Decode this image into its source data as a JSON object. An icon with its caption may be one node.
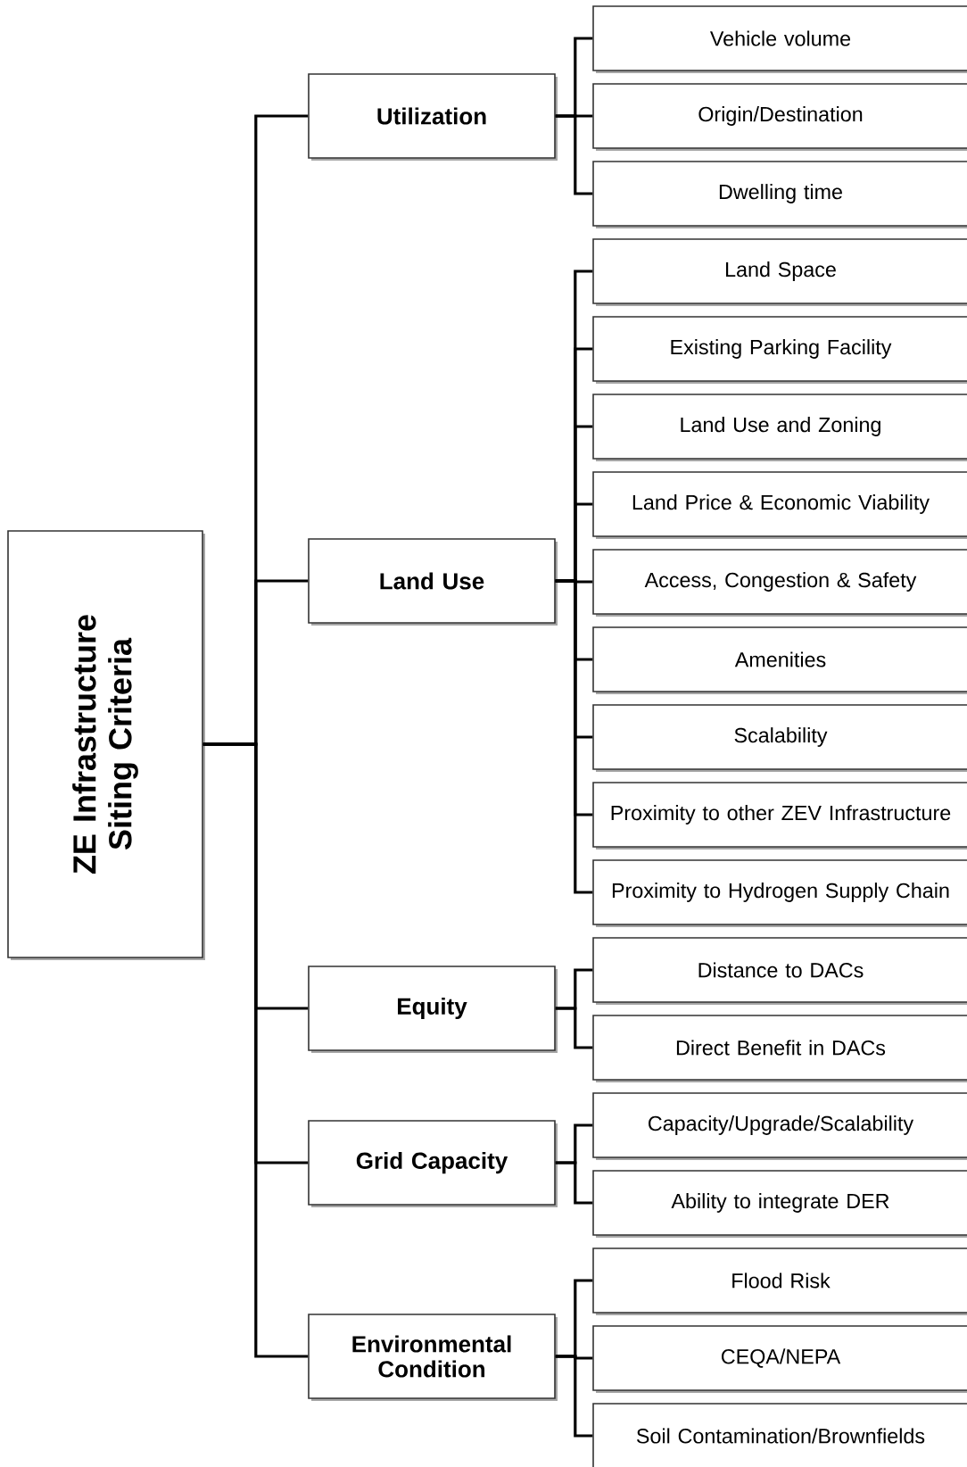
{
  "diagram": {
    "nodes": [
      {
        "text": [
          "ZE Infrastructure Siting Criteria"
        ]
      },
      {
        "text": [
          "Utilization"
        ]
      },
      {
        "text": [
          "Vehicle volume"
        ]
      },
      {
        "text": [
          "Origin/Destination"
        ]
      },
      {
        "text": [
          "Dwelling time"
        ]
      },
      {
        "text": [
          "Land Use"
        ]
      },
      {
        "text": [
          "Land Space"
        ]
      },
      {
        "text": [
          "Existing Parking Facility"
        ]
      },
      {
        "text": [
          "Land Use and Zoning"
        ]
      },
      {
        "text": [
          "Land Price & Economic Viability"
        ]
      },
      {
        "text": [
          "Access, Congestion & Safety"
        ]
      },
      {
        "text": [
          "Amenities"
        ]
      },
      {
        "text": [
          "Scalability"
        ]
      },
      {
        "text": [
          "Proximity to other ZEV Infrastructure"
        ]
      },
      {
        "text": [
          "Proximity to Hydrogen Supply Chain"
        ]
      },
      {
        "text": [
          "Equity"
        ]
      },
      {
        "text": [
          "Distance to DACs"
        ]
      },
      {
        "text": [
          "Direct Benefit in DACs"
        ]
      },
      {
        "text": [
          "Grid Capacity"
        ]
      },
      {
        "text": [
          "Capacity/Upgrade/Scalability"
        ]
      },
      {
        "text": [
          "Ability to integrate DER"
        ]
      },
      {
        "text": [
          "Environmental Condition"
        ]
      },
      {
        "text": [
          "Flood Risk"
        ]
      },
      {
        "text": [
          "CEQA/NEPA"
        ]
      },
      {
        "text": [
          "Soil Contamination/Brownfields"
        ]
      }
    ],
    "edges": [
      {
        "from": 0,
        "to": 1,
        "arrow": "none"
      },
      {
        "from": 0,
        "to": 5,
        "arrow": "none"
      },
      {
        "from": 0,
        "to": 15,
        "arrow": "none"
      },
      {
        "from": 0,
        "to": 18,
        "arrow": "none"
      },
      {
        "from": 0,
        "to": 21,
        "arrow": "none"
      },
      {
        "from": 1,
        "to": 2,
        "arrow": "none"
      },
      {
        "from": 1,
        "to": 3,
        "arrow": "none"
      },
      {
        "from": 1,
        "to": 4,
        "arrow": "none"
      },
      {
        "from": 5,
        "to": 6,
        "arrow": "none"
      },
      {
        "from": 5,
        "to": 7,
        "arrow": "none"
      },
      {
        "from": 5,
        "to": 8,
        "arrow": "none"
      },
      {
        "from": 5,
        "to": 9,
        "arrow": "none"
      },
      {
        "from": 5,
        "to": 10,
        "arrow": "none"
      },
      {
        "from": 5,
        "to": 11,
        "arrow": "none"
      },
      {
        "from": 5,
        "to": 12,
        "arrow": "none"
      },
      {
        "from": 5,
        "to": 13,
        "arrow": "none"
      },
      {
        "from": 5,
        "to": 14,
        "arrow": "none"
      },
      {
        "from": 15,
        "to": 16,
        "arrow": "none"
      },
      {
        "from": 15,
        "to": 17,
        "arrow": "none"
      },
      {
        "from": 18,
        "to": 19,
        "arrow": "none"
      },
      {
        "from": 18,
        "to": 20,
        "arrow": "none"
      },
      {
        "from": 21,
        "to": 22,
        "arrow": "none"
      },
      {
        "from": 21,
        "to": 23,
        "arrow": "none"
      },
      {
        "from": 21,
        "to": 24,
        "arrow": "none"
      }
    ]
  }
}
